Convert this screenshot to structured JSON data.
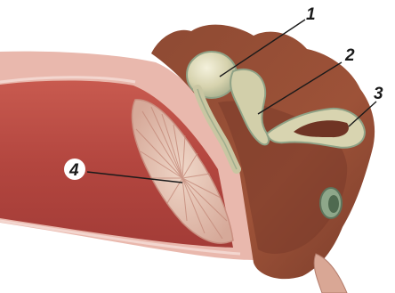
{
  "callouts": [
    {
      "id": "1",
      "label": "1"
    },
    {
      "id": "2",
      "label": "2"
    },
    {
      "id": "3",
      "label": "3"
    },
    {
      "id": "4",
      "label": "4"
    }
  ],
  "colors": {
    "canal_wall": "#b3463f",
    "canal_lining": "#e9b8ad",
    "bone": "#8c4a34",
    "bone_light": "#a35a3f",
    "ossicle": "#d8d4b0",
    "ossicle_outline": "#8fa286",
    "eardrum": "#e6c7b3"
  }
}
